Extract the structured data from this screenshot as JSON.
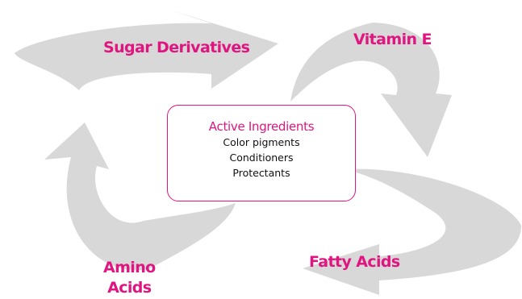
{
  "colors": {
    "accent": "#e0157f",
    "arrow_fill": "#d8d8d8",
    "text_dark": "#111111"
  },
  "labels": {
    "sugar": "Sugar Derivatives",
    "vitamin": "Vitamin E",
    "fatty": "Fatty Acids",
    "amino_line1": "Amino",
    "amino_line2": "Acids"
  },
  "center": {
    "title": "Active Ingredients",
    "items": [
      "Color pigments",
      "Conditioners",
      "Protectants"
    ]
  }
}
